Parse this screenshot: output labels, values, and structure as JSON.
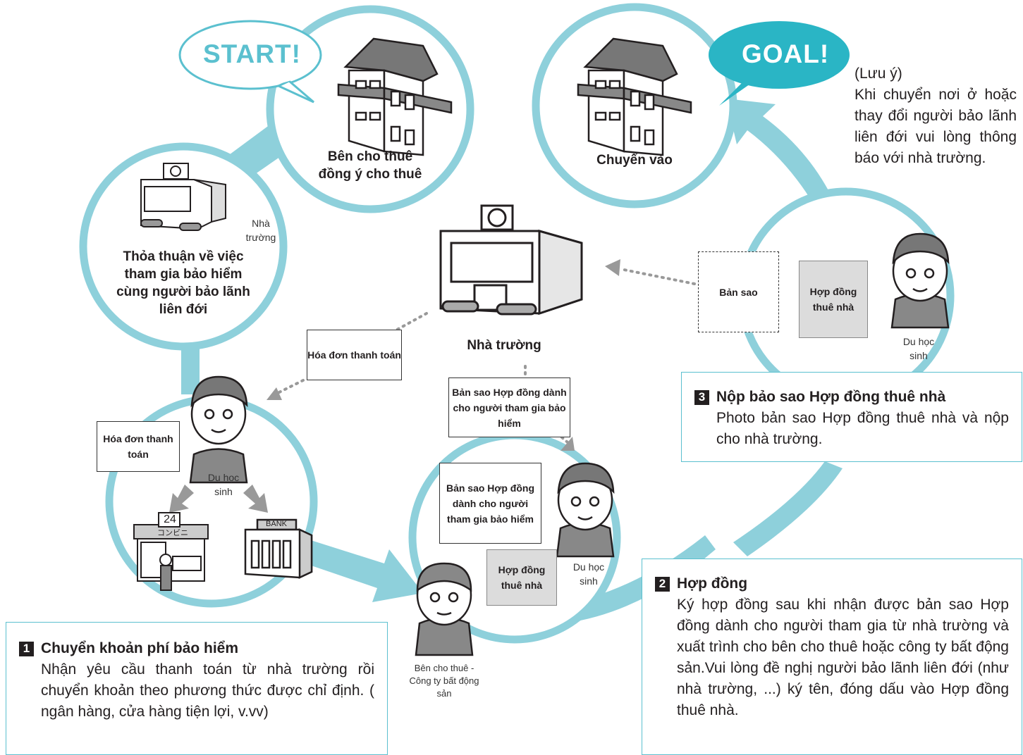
{
  "start_label": "START!",
  "goal_label": "GOAL!",
  "step_start": "Bên cho thuê đồng ý cho thuê",
  "step_goal": "Chuyển vào",
  "school_small_label": "Nhà trường",
  "agreement_text": "Thỏa thuận về việc tham gia bảo hiểm cùng người bảo lãnh liên đới",
  "school_label": "Nhà trường",
  "invoice_1": "Hóa đơn thanh toán",
  "invoice_2": "Hóa đơn thanh toán",
  "copy_contract_doc": "Bản sao Hợp đồng dành cho người tham gia bảo hiểm",
  "copy_contract_doc_2": "Bản sao Hợp đồng dành cho người tham gia bảo hiểm",
  "lease_contract_doc": "Hợp đồng thuê nhà",
  "lease_contract_doc_2": "Hợp đồng thuê nhà",
  "copy_label": "Bản sao",
  "student_label_1": "Du học sinh",
  "student_label_2": "Du học sinh",
  "student_label_3": "Du học sinh",
  "landlord_label": "Bên cho thuê - Công ty bất động sản",
  "store_sign": "24",
  "store_name": "コンビニ",
  "bank_sign": "BANK",
  "note_title": "(Lưu ý)",
  "note_text": "Khi chuyển nơi ở hoặc thay đổi người bảo lãnh liên đới vui lòng thông báo với nhà trường.",
  "box1": {
    "number": "1",
    "title": "Chuyển khoản phí bảo hiểm",
    "text": "Nhận yêu cầu thanh toán từ nhà trường rồi chuyển khoản theo phương thức được chỉ định. ( ngân hàng, cửa hàng tiện lợi, v.vv)"
  },
  "box2": {
    "number": "2",
    "title": "Hợp đồng",
    "text": "Ký hợp đồng sau khi nhận được bản sao Hợp đồng dành cho người tham gia từ nhà trường và xuất trình cho bên cho thuê hoặc công ty bất động sản.Vui lòng đề nghị người bảo lãnh liên đới (như nhà trường, ...) ký tên, đóng dấu vào Hợp đồng thuê nhà."
  },
  "box3": {
    "number": "3",
    "title": "Nộp bảo sao Hợp đồng thuê nhà",
    "text": "Photo bản sao Hợp đồng thuê nhà và nộp cho nhà trường."
  },
  "colors": {
    "accent": "#5bc0cf",
    "arrow": "#8ed0db",
    "gray_arrow": "#999999"
  }
}
